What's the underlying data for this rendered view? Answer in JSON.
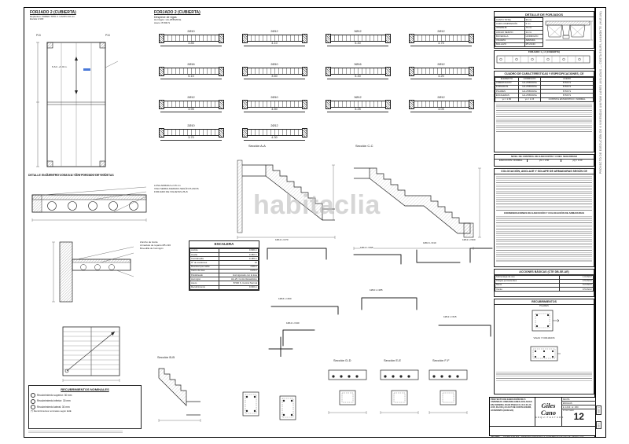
{
  "page": {
    "watermark": "habitaclia",
    "side_text": "PROYECTO DE EJECUCIÓN DE 6 VIVIENDAS UNIFAMILIARES AISLADAS — COSTA ESURI, AYAMONTE (HUELVA)",
    "scale_box1": "1:100",
    "scale_box2": "1:50"
  },
  "header_left": {
    "title": "FORJADO 2 (CUBIERTA)",
    "line1": "Replanteo: PARED TIPO 2. CANTO 30 cm.",
    "line2": "Escala 1/100"
  },
  "header_despiece": {
    "title": "FORJADO 2 (CUBIERTA)",
    "subtitle": "Despiece de vigas",
    "line1": "Hormigón: HA-25/B/20/IIa",
    "line2": "Acero: B 500 S"
  },
  "plan": {
    "p13_left": "P13",
    "p13_right": "P13",
    "level": "N.S.F. +6.20 m."
  },
  "detalle_losa": {
    "title": "DETALLE ENCUENTRO LOSA A.A. CON FORJADO DE VIGUETAS",
    "note1": "LOSA ARMADA e=15 cm",
    "note2": "VIGA SEMIALIGERADA SEGÚN PLANOS",
    "note3": "FORJADO DE VIGUETAS 25+5"
  },
  "detalle_borde": {
    "note1": "Zuncho de borde",
    "note2": "Armadura de reparto Ø5 c/20",
    "note3": "Bovedilla de hormigón"
  },
  "escalera": {
    "title": "ESCALERA",
    "rows": [
      [
        "Ámbito",
        "0.900 m"
      ],
      [
        "Huella",
        "0.280 m"
      ],
      [
        "Contrahuella",
        "0.185 m"
      ],
      [
        "Nº de escalones",
        "16"
      ],
      [
        "Desnivel que salva",
        "2.96 m"
      ],
      [
        "Canto de losa",
        "0.15 m"
      ],
      [
        "Peldañeado",
        "Hormigonado con la losa"
      ],
      [
        "Hormigón",
        "HA-25, Control Estadístico"
      ],
      [
        "Acero",
        "B 500 S, Control Normal"
      ],
      [
        "Recubrimiento",
        "0.030 m"
      ]
    ]
  },
  "sections": {
    "aa": "Sección A-A",
    "cc": "Sección C-C",
    "bb": "Sección B-B",
    "dd": "Sección D-D",
    "ee": "Sección E-E",
    "ff": "Sección F-F"
  },
  "beams": [
    {
      "label": "2Ø10",
      "dim": "3.85"
    },
    {
      "label": "2Ø12",
      "dim": "4.10"
    },
    {
      "label": "3Ø12",
      "dim": "5.40"
    },
    {
      "label": "2Ø12",
      "dim": "4.75"
    },
    {
      "label": "2Ø16",
      "dim": "5.10"
    },
    {
      "label": "2Ø10",
      "dim": "3.60"
    },
    {
      "label": "3Ø16",
      "dim": "5.40"
    },
    {
      "label": "2Ø12",
      "dim": "4.20"
    },
    {
      "label": "2Ø12",
      "dim": "3.95"
    },
    {
      "label": "2Ø10",
      "dim": "4.50"
    },
    {
      "label": "3Ø12",
      "dim": "5.25"
    },
    {
      "label": "2Ø12",
      "dim": "4.05"
    },
    {
      "label": "2Ø10",
      "dim": "3.70"
    },
    {
      "label": "2Ø12",
      "dim": "4.30"
    }
  ],
  "rebars": [
    {
      "label": "1Ø12 L=470"
    },
    {
      "label": "1Ø12 L=395"
    },
    {
      "label": "1Ø10 L=310"
    },
    {
      "label": "1Ø12 L=520"
    },
    {
      "label": "1Ø16 L=460"
    },
    {
      "label": "1Ø10 L=285"
    },
    {
      "label": "1Ø12 L=340"
    },
    {
      "label": "1Ø12 L=615"
    }
  ],
  "right": {
    "detalle_forjados": {
      "title": "DETALLE DE FORJADOS",
      "rows": [
        [
          "CANTO TOTAL",
          "30 cm"
        ],
        [
          "CAPA COMPRESIÓN",
          "5 cm"
        ],
        [
          "INTEREJE",
          "70 cm"
        ],
        [
          "ANCHO NERVIO",
          "12 cm"
        ],
        [
          "BOVEDILLA",
          "HORMIGÓN"
        ],
        [
          "VIGUETA",
          "ARMADA"
        ],
        [
          "MALLAZO",
          "Ø5 20x30"
        ]
      ],
      "section_label": "FORJADO 1 y 2 (CUBIERTA)"
    },
    "cuadro": {
      "title": "CUADRO DE CARACTERÍSTICAS Y ESPECIFICACIONES, CE",
      "col_headers": [
        "ELEMENTO",
        "HORMIGÓN",
        "ACERO"
      ],
      "rows": [
        [
          "CIMENTACIÓN",
          "HA-25/B/20/IIa",
          "B 500 S"
        ],
        [
          "FORJADOS",
          "HA-25/B/20/IIa",
          "B 500 S"
        ],
        [
          "PILARES",
          "HA-25/B/20/IIa",
          "B 500 S"
        ],
        [
          "ESCALERAS",
          "HA-25/B/20/IIa",
          "B 500 S"
        ]
      ],
      "foot": [
        "γc = 1.50",
        "γs = 1.15",
        "CONTROL ESTADÍSTICO / NORMAL"
      ]
    },
    "nivel_control": {
      "title": "NIVEL DE CONTROL DE EJECUCIÓN Y COEF. SEGURIDAD",
      "cells": [
        "EJECUCIÓN: NORMAL",
        "γG = 1.50",
        "γQ = 1.60"
      ]
    },
    "colocacion": {
      "title": "COLOCACIÓN, ANCLAJE Y SOLAPE DE ARMADURAS SEGÚN CE",
      "subtitle": "CONSIDERACIONES DE EJECUCIÓN Y COLOCACIÓN DE ARMADURAS"
    },
    "acciones": {
      "title": "ACCIONES BÁSICAS (CTE DB-SE-AE)",
      "rows": [
        [
          "Sobrecarga de uso",
          "1.0 kN/m²"
        ],
        [
          "Cargas permanentes",
          "2.5 kN/m²"
        ],
        [
          "Nieve",
          "0.2 kN/m²"
        ],
        [
          "Viento",
          "0.5 kN/m²"
        ]
      ]
    },
    "recubrimientos": {
      "title": "RECUBRIMIENTOS",
      "cap1": "PILARES",
      "cap2": "VIGAS Y FORJADOS"
    }
  },
  "recubrimientos_nominales": {
    "title": "RECUBRIMIENTOS NOMINALES",
    "items": [
      "Recubrimiento superior: 30 mm",
      "Recubrimiento inferior: 30 mm",
      "Recubrimiento lateral: 30 mm"
    ],
    "note": "(*) Recubrimientos nominales según EHE"
  },
  "titleblock": {
    "project": "PROYECTO DE EJECUCIÓN DE 6 VIVIENDAS UNIFAMILIARES AISLADAS EN AVENIDA JUAN PABLO II, R-2.04, R-2.05, R-2.06 y R-2.07 DE COSTA ESURI, AYAMONTE (HUELVA)",
    "firm": "Giles Cano",
    "firm_sub": "ARQUITECTURA",
    "fecha_label": "FECHA",
    "escala_label": "ESCALAS",
    "escala_value": "E: 1/100 · E: 1/50",
    "num_label": "Nº DE PLANO",
    "number": "12",
    "plano_label": "PLANO:",
    "plano": "ESTRUCTURA. ARMADO FORJADO 2 / DESPIECE DE VIGAS. DETALLES"
  }
}
